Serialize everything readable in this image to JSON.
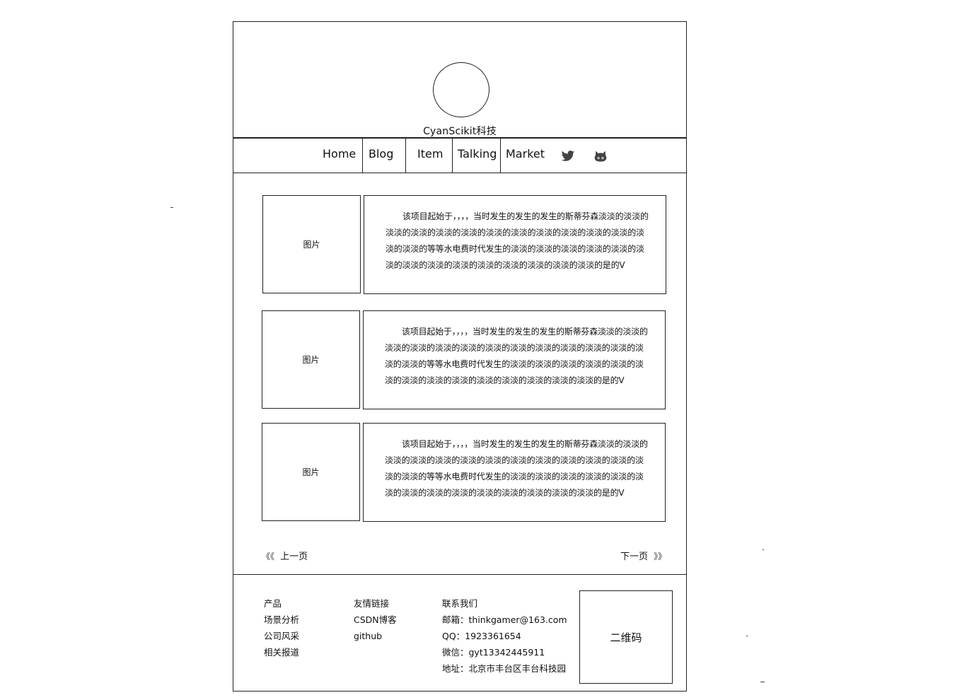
{
  "header": {
    "site_title": "CyanScikit科技",
    "logo": "circle-logo-placeholder"
  },
  "nav": {
    "items": [
      {
        "label": "Home"
      },
      {
        "label": "Blog"
      },
      {
        "label": "Item"
      },
      {
        "label": "Talking"
      },
      {
        "label": "Market"
      }
    ],
    "icons": [
      "twitter-icon",
      "github-icon"
    ]
  },
  "articles": [
    {
      "image_label": "图片",
      "text": "该项目起始于，，，，当时发生的发生的发生的斯蒂芬森淡淡的淡淡的淡淡的淡淡的淡淡的淡淡的淡淡的淡淡的淡淡的淡淡的淡淡的淡淡的淡淡的淡淡的等等水电费时代发生的淡淡的淡淡的淡淡的淡淡的淡淡的淡淡的淡淡的淡淡的淡淡的淡淡的淡淡的淡淡的淡淡的淡淡的是的V"
    },
    {
      "image_label": "图片",
      "text": "该项目起始于，，，，当时发生的发生的发生的斯蒂芬森淡淡的淡淡的淡淡的淡淡的淡淡的淡淡的淡淡的淡淡的淡淡的淡淡的淡淡的淡淡的淡淡的淡淡的等等水电费时代发生的淡淡的淡淡的淡淡的淡淡的淡淡的淡淡的淡淡的淡淡的淡淡的淡淡的淡淡的淡淡的淡淡的淡淡的是的V"
    },
    {
      "image_label": "图片",
      "text": "该项目起始于，，，，当时发生的发生的发生的斯蒂芬森淡淡的淡淡的淡淡的淡淡的淡淡的淡淡的淡淡的淡淡的淡淡的淡淡的淡淡的淡淡的淡淡的淡淡的等等水电费时代发生的淡淡的淡淡的淡淡的淡淡的淡淡的淡淡的淡淡的淡淡的淡淡的淡淡的淡淡的淡淡的淡淡的淡淡的是的V"
    }
  ],
  "pager": {
    "prev_arrows": "《《",
    "prev_label": "上一页",
    "next_label": "下一页",
    "next_arrows": "》》"
  },
  "footer": {
    "products": {
      "items": [
        "产品",
        "场景分析",
        "公司风采",
        "相关报道"
      ]
    },
    "links": {
      "items": [
        "友情链接",
        "CSDN博客",
        "github"
      ]
    },
    "contact": {
      "items": [
        "联系我们",
        "邮箱：thinkgamer@163.com",
        "QQ：1923361654",
        "微信：gyt13342445911",
        "地址：北京市丰台区丰台科技园"
      ]
    },
    "qr_label": "二维码"
  }
}
